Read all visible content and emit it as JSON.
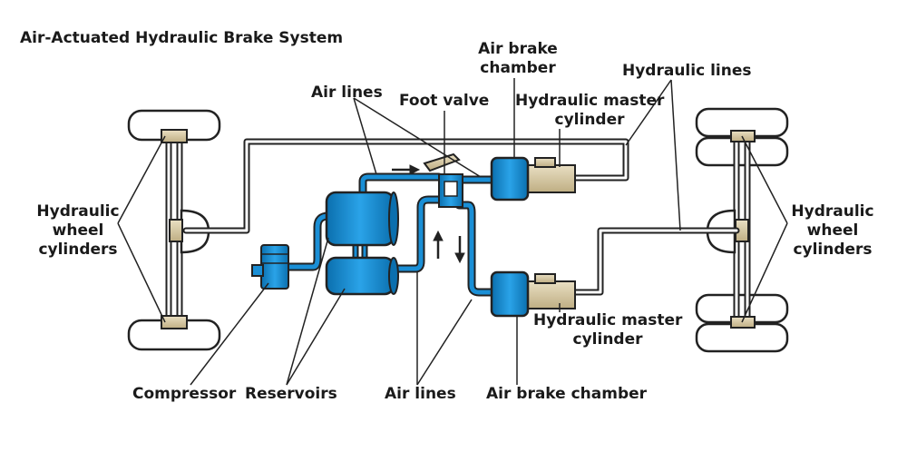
{
  "title": "Air-Actuated Hydraulic Brake System",
  "labels": {
    "air_brake_chamber_top": [
      "Air brake",
      "chamber"
    ],
    "hydraulic_lines": "Hydraulic lines",
    "air_lines_top": "Air lines",
    "foot_valve": "Foot valve",
    "hydraulic_master_cylinder_top": [
      "Hydraulic master",
      "cylinder"
    ],
    "hydraulic_wheel_cylinders_left": [
      "Hydraulic",
      "wheel",
      "cylinders"
    ],
    "hydraulic_wheel_cylinders_right": [
      "Hydraulic",
      "wheel",
      "cylinders"
    ],
    "hydraulic_master_cylinder_bottom": [
      "Hydraulic master",
      "cylinder"
    ],
    "compressor": "Compressor",
    "reservoirs": "Reservoirs",
    "air_lines_bottom": "Air lines",
    "air_brake_chamber_bottom": "Air brake chamber"
  },
  "colors": {
    "air_component": "#1a8fd6",
    "air_component_dark": "#0b6fae",
    "hydraulic_component": "#d8caa4",
    "line_outline": "#222222",
    "tire": "#ffffff"
  }
}
